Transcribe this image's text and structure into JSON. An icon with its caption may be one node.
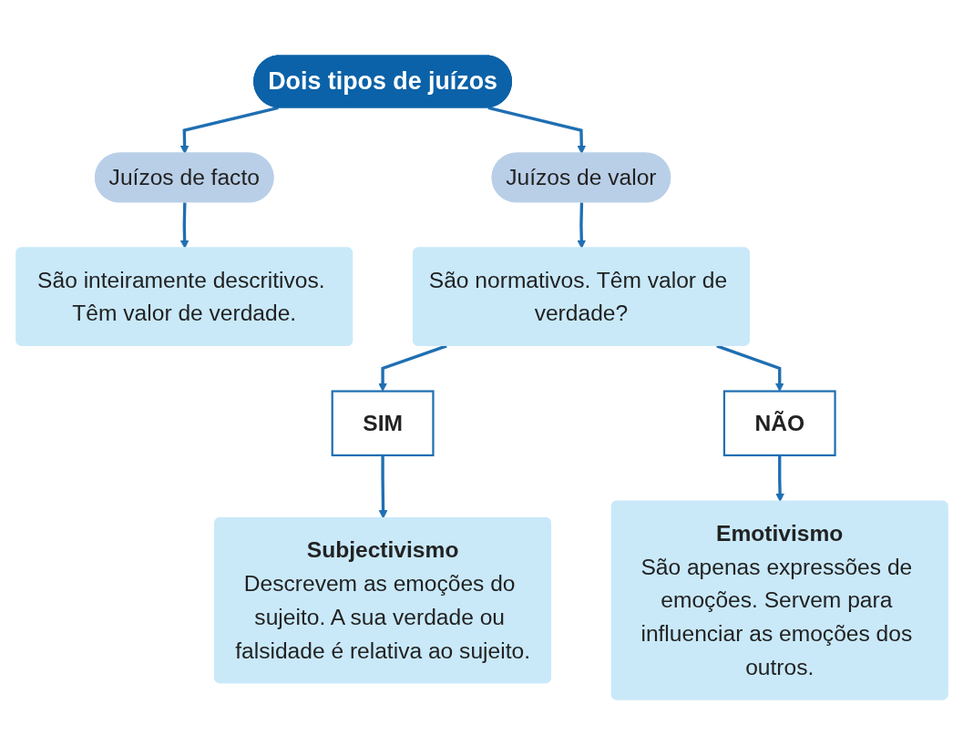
{
  "diagram": {
    "nodes": [
      {
        "text": [
          "Dois tipos de juízos"
        ]
      },
      {
        "text": [
          "Juízos de facto"
        ]
      },
      {
        "text": [
          "Juízos de valor"
        ]
      },
      {
        "text": [
          "São inteiramente descritivos. Têm valor de verdade."
        ]
      },
      {
        "text": [
          "São normativos. Têm valor de verdade?"
        ]
      },
      {
        "text": [
          "SIM"
        ]
      },
      {
        "text": [
          "NÃO"
        ]
      },
      {
        "text": [
          "Subjectivismo",
          "Descrevem as emoções do sujeito. A sua verdade ou falsidade é relativa ao sujeito."
        ]
      },
      {
        "text": [
          "Emotivismo",
          "São apenas expressões de emoções. Servem para influenciar as emoções dos outros."
        ]
      }
    ],
    "edges": [
      {
        "from": 0,
        "to": 1,
        "arrow": "to"
      },
      {
        "from": 0,
        "to": 2,
        "arrow": "to"
      },
      {
        "from": 1,
        "to": 3,
        "arrow": "to"
      },
      {
        "from": 2,
        "to": 4,
        "arrow": "to"
      },
      {
        "from": 4,
        "to": 5,
        "arrow": "to"
      },
      {
        "from": 4,
        "to": 6,
        "arrow": "to"
      },
      {
        "from": 5,
        "to": 7,
        "arrow": "to"
      },
      {
        "from": 6,
        "to": 8,
        "arrow": "to"
      }
    ]
  }
}
